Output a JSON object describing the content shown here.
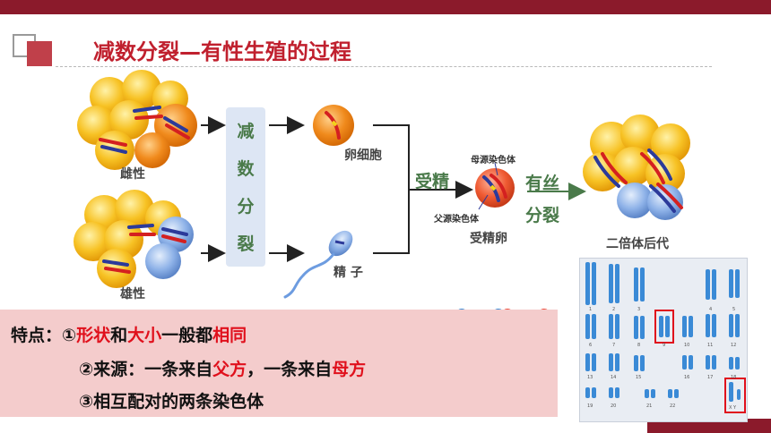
{
  "header": {
    "title": "减数分裂—有性生殖的过程"
  },
  "diagram": {
    "female_label": "雌性",
    "male_label": "雄性",
    "meiosis_chars": [
      "减",
      "数",
      "分",
      "裂"
    ],
    "egg_label": "卵细胞",
    "sperm_label": "精 子",
    "fertilization_label": "受精",
    "maternal_chromosome_label": "母源染色体",
    "paternal_chromosome_label": "父源染色体",
    "zygote_label": "受精卵",
    "mitosis_label_line1": "有丝",
    "mitosis_label_line2": "分裂",
    "offspring_label": "二倍体后代"
  },
  "features": {
    "heading": "特点：",
    "line1": {
      "prefix": "①",
      "a": "形状",
      "b": "和",
      "c": "大小",
      "d": "一般都",
      "e": "相同"
    },
    "line2": {
      "prefix": "②来源：一条来自",
      "a": "父方",
      "b": "，一条来自",
      "c": "母方"
    },
    "line3": "③相互配对的两条染色体"
  },
  "karyotype": {
    "row_numbers_1": [
      "1",
      "2",
      "3",
      "4",
      "5"
    ],
    "row_numbers_2": [
      "6",
      "7",
      "8",
      "9",
      "10",
      "11",
      "12"
    ],
    "row_numbers_3": [
      "13",
      "14",
      "15",
      "16",
      "17",
      "18"
    ],
    "row_numbers_4": [
      "19",
      "20",
      "21",
      "22",
      "X Y"
    ]
  },
  "colors": {
    "accent": "#8b1a2b",
    "title_red": "#c0202e",
    "highlight_red": "#e0101c",
    "arrow_green": "#4a7a4a",
    "feature_bg": "#f4cccc",
    "chromosome_blue": "#3a8ad6",
    "chromosome_red": "#ee4b3b"
  }
}
